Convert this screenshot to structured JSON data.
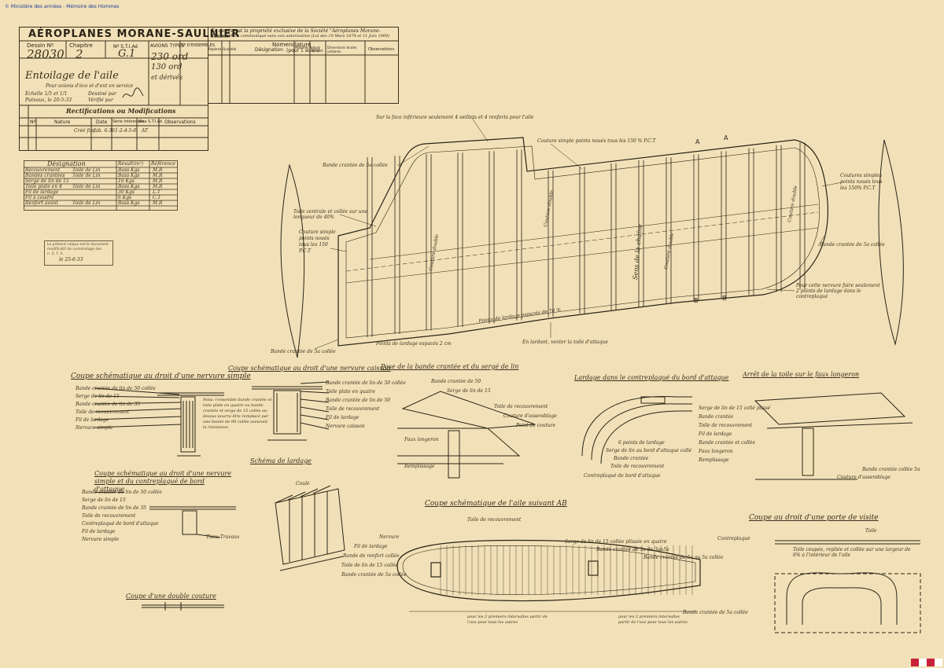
{
  "top_note": "© Ministère des armées - Mémoire des Hommes",
  "title_block": {
    "company": "AÉROPLANES MORANE-SAULNIER",
    "copyright_line1": "Ce dessin est la propriété exclusive de la Société \"Aéroplanes Morane-Saulnier\"",
    "copyright_line2": "Il ne peut être communiqué sans son autorisation (Loi des 19 Mars 1874 et 11 Juin 1909)",
    "col_dessin": "Dessin Nº",
    "col_chapitre": "Chapitre",
    "col_stia": "Nº S.T.I.Aé",
    "col_types": "AVIONS TYPES",
    "col_ensembles": "Nº D'ENSEMBLES",
    "dessin_no": "28030",
    "chapitre": "2",
    "stia": "G.1",
    "types": [
      "230 ord",
      "130 ord",
      "et dérivés"
    ],
    "drawing_title": "Entoilage de l'aile",
    "drawing_subtitle": "Pour avions d'éco et d'ent en service",
    "echelle": "Echelle 1/5 et 1/1",
    "date_line": "Puteaux, le 20-5-33",
    "dessine_par": "Dessiné par",
    "verifie_par": "Vérifié par",
    "rectif_heading": "Rectifications ou Modifications",
    "rectif_cols": [
      "Nº",
      "Nature",
      "Date",
      "Série intéressée",
      "Visa S.T.I.Aé",
      "Observations"
    ],
    "rectif_row": [
      "",
      "Créé fon",
      "fab. 6-36",
      "1-2-4-5-6",
      "AT",
      ""
    ],
    "nomenclature_heading": "Nomenclature",
    "nomenclature_sub": "(pour 1 avion)",
    "nomenclature_cols": [
      "Repères",
      "Quantité",
      "Désignation",
      "Matières Nature",
      "Qualité",
      "Dimensions brutes unitaires",
      "Observations"
    ]
  },
  "materials_table": {
    "cols": [
      "Désignation",
      "Résult(m²)",
      "Référence"
    ],
    "rows": [
      [
        "Recouvrement",
        "Toile de Lin",
        "Bass Kgs",
        "M.R"
      ],
      [
        "Bandes crantées",
        "Toile de Lin",
        "Bass Kgs",
        "M.R"
      ],
      [
        "Serge de lin de 15",
        "",
        "16 Kgs",
        "M.R"
      ],
      [
        "Toile plate en 4",
        "Toile de Lin",
        "Bass Kgs",
        "M.R"
      ],
      [
        "Fil de lardage",
        "",
        "30 Kgs",
        "L.T"
      ],
      [
        "Fil à coudre",
        "",
        "6 Kgs",
        "C.T"
      ],
      [
        "Renfort avant",
        "Toile de Lin",
        "Bass Kgs",
        "M.R"
      ]
    ]
  },
  "stamp": {
    "line1": "Le présent calque est le document",
    "line2": "modificatif de numérotage des",
    "line3": "n. S. T. A.",
    "date": "le 25-6-33"
  },
  "wing_labels": {
    "top_note": "Sur la face inférieure seulement 4 oeillets et 4 renforts pour l'aile",
    "couture_simple_top": "Couture simple points noués tous les 150 % P.C.T",
    "coutures_right": "Coutures simples points noués tous les 150% P.C.T",
    "bande_left": "Bande crantée de 5a collée",
    "toile_centrale": "Toile centrale et collée sur une longueur de 40%",
    "couture_simple_left": "Couture simple points noués tous les 150 P.C.T",
    "couture_double_1": "Couture double",
    "couture_double_2": "Couture double",
    "couture_double_3": "Couture double",
    "couture_double_4": "Couture double",
    "sens_chaine": "Sens de la chaîne",
    "bande_right": "Bande crantée de 5a collée",
    "pourcentage": "Pour cette nervure faire seulement 2 points de lardage dans le contreplaqué",
    "points_lardage": "Points de lardage espacés de 70 %",
    "points_lardage_2": "Points de lardage espacés 2 cm",
    "en_lardant": "En lardant, venter la toile d'attaque",
    "bande_bottom": "Bande crantée de 5a collée",
    "sec_a": "A",
    "sec_a2": "A",
    "sec_b": "B",
    "sec_b2": "B"
  },
  "section1": {
    "title": "Coupe schématique au droit d'une nervure simple",
    "labels": [
      "Bande crantée de lin de 50 collée",
      "Serge de lin de 15",
      "Bande crantée de lin de 35",
      "Toile de recouvrement",
      "Fil de lardage",
      "Nervure simple"
    ]
  },
  "section2": {
    "title": "Coupe schématique au droit d'une nervure caisson",
    "labels": [
      "Bande crantée de lin de 50 collée",
      "Toile plate en quatre",
      "Bande crantée de lin de 50",
      "Toile de recouvrement",
      "Fil de lardage",
      "Nervure caisson"
    ],
    "note": "Nota: l'ensemble bande crantée et toile plate en quatre ou bande crantée et serge de 15 collés au-dessus pourra être remplacé par une bande de 90 collée assurant la résistance"
  },
  "section3": {
    "title": "Pose de la bande crantée et du sergé de lin",
    "labels": [
      "Bande crantée de 50",
      "Serge de lin de 15",
      "Toile de recouvrement",
      "Couture d'assemblage",
      "Point de couture",
      "Faux longeron",
      "Remplissage"
    ]
  },
  "section4": {
    "title": "Lardage dans le contreplaqué du bord d'attaque",
    "labels": [
      "6 points de lardage",
      "Serge de lin au bord d'attaque collé",
      "Bande crantée",
      "Toile de recouvrement",
      "Contreplaqué de bord d'attaque"
    ]
  },
  "section5": {
    "title": "Arrêt de la toile sur le faux longeron",
    "labels": [
      "Serge de lin de 15 collé plissé",
      "Bande crantée",
      "Toile de recouvrement",
      "Fil de lardage",
      "Bande crantée et collée",
      "Faux longeron",
      "Remplissage",
      "Bande crantée collée 5a",
      "Couture d'assemblage"
    ]
  },
  "section6": {
    "title": "Coupe schématique au droit d'une nervure simple et du contreplaqué de bord d'attaque",
    "labels": [
      "Bande crantée de lin de 50 collée",
      "Serge de lin de 15",
      "Bande crantée de lin de 35",
      "Toile de recouvrement",
      "Contreplaqué de bord d'attaque",
      "Fil de lardage",
      "Nervure simple"
    ],
    "tissu": "Tissu Travaux"
  },
  "lardage_schema": {
    "title": "Schéma de lardage",
    "mark": "Coulé"
  },
  "double_couture": {
    "title": "Coupe d'une double couture"
  },
  "profile_section": {
    "title": "Coupe schématique de l'aile suivant AB",
    "labels": [
      "Toile de recouvrement",
      "Nervure",
      "Fil de lardage",
      "Bande de renfort collée",
      "Toile de lin de 15 collée",
      "Bande crantée de 5a collée",
      "Serge de lin de 15 collée plissée en quatre",
      "Bande crantée de 5a de 3ux5a",
      "Bande crantée de 5a au 5a collée",
      "Bande crantée de 5a collée"
    ],
    "spacing_left": "pour les 2 premiers intervalles partir de l'axe pour tous les autres",
    "spacing_right": "pour les 2 premiers intervalles partir de l'axe pour tous les autres"
  },
  "rustic_section": {
    "title": "Coupe au droit d'une porte de visite",
    "labels": [
      "Toile",
      "Contreplaqué",
      "Toile coupée, repliée et collée sur une largeur de 6% à l'intérieur de l'aile"
    ]
  },
  "colors": {
    "paper": "#f2e1b8",
    "ink": "#2b2416",
    "pencil": "#5b4e36",
    "strip": [
      "#c8223a",
      "#ffffff",
      "#c8223a",
      "#ffffff"
    ]
  }
}
